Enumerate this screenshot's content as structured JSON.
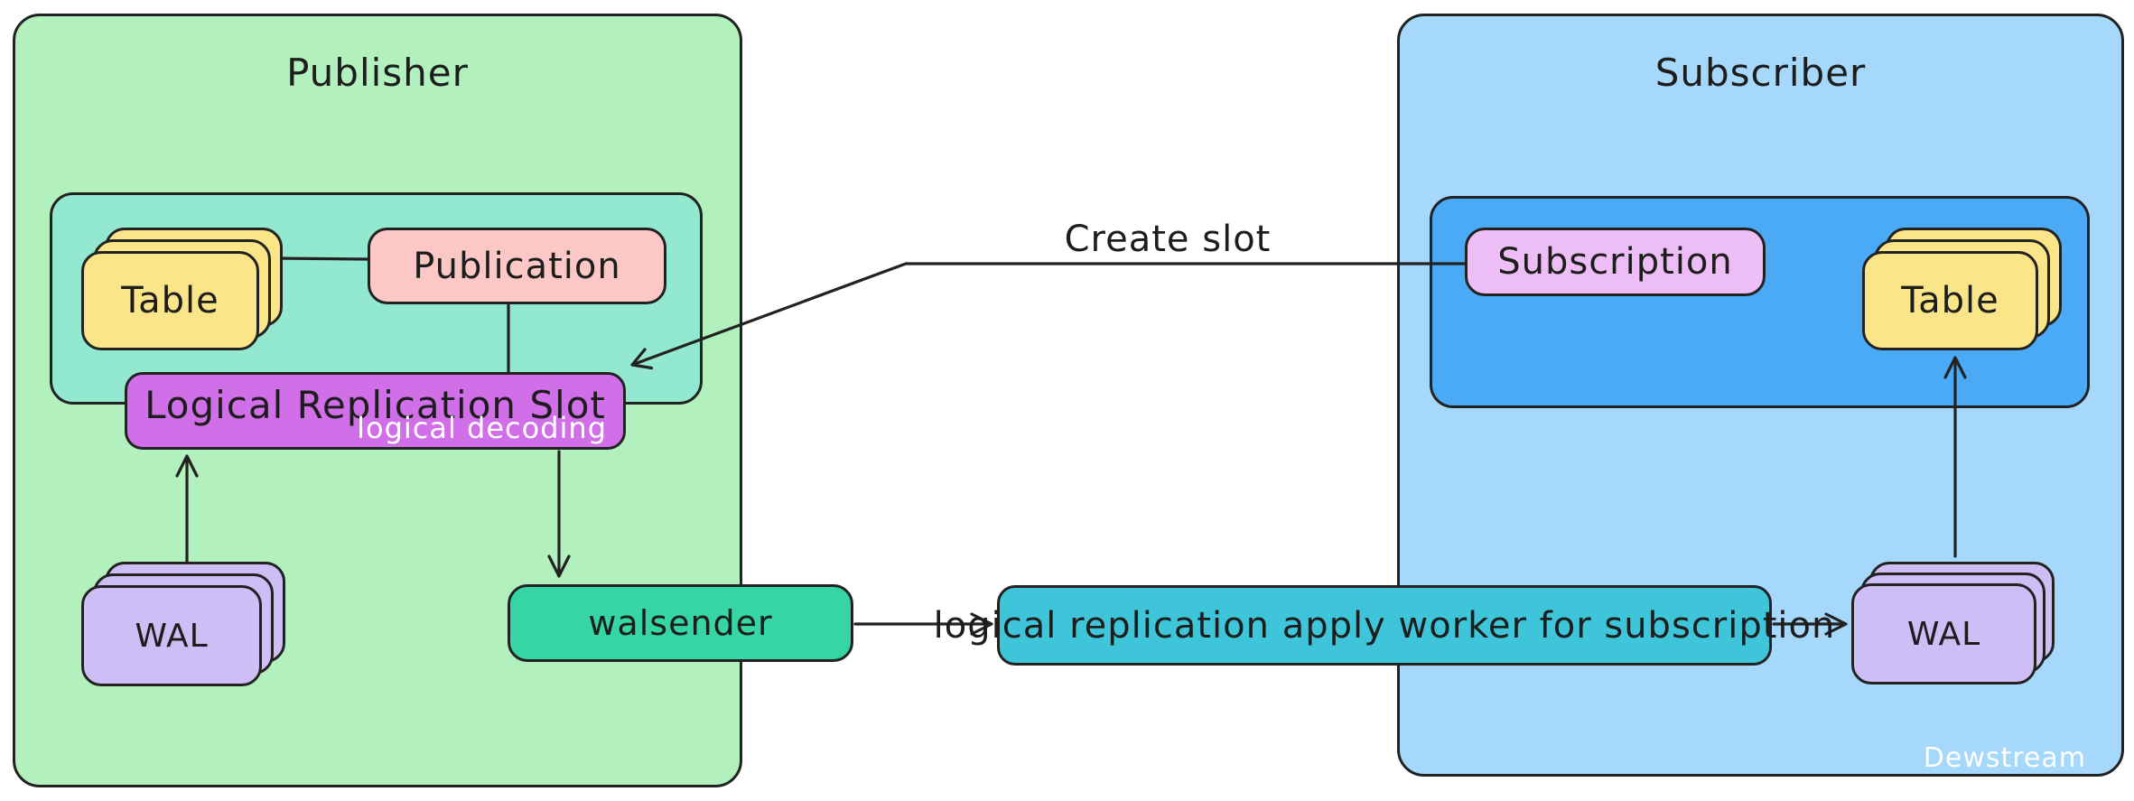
{
  "diagram": {
    "publisher": {
      "title": "Publisher",
      "table_label": "Table",
      "publication_label": "Publication",
      "slot_label": "Logical Replication Slot",
      "slot_sublabel": "logical decoding",
      "wal_label": "WAL",
      "walsender_label": "walsender"
    },
    "subscriber": {
      "title": "Subscriber",
      "subscription_label": "Subscription",
      "table_label": "Table",
      "wal_label": "WAL",
      "apply_worker_label": "logical replication apply worker for subscription"
    },
    "connections": {
      "create_slot_label": "Create slot"
    },
    "watermark": "Dewstream",
    "colors": {
      "publisher_fill": "#b2f0bd",
      "publisher_inner_fill": "#93e9cf",
      "subscriber_fill": "#a5d8fa",
      "subscriber_inner_fill": "#4aaaf5",
      "table_fill": "#fae588",
      "publication_fill": "#fbc8c6",
      "slot_fill": "#d16fe9",
      "wal_fill": "#cdbef6",
      "walsender_fill": "#35d6a3",
      "apply_worker_fill": "#3ec5d9",
      "subscription_fill": "#edbef6",
      "stroke": "#222222"
    }
  }
}
